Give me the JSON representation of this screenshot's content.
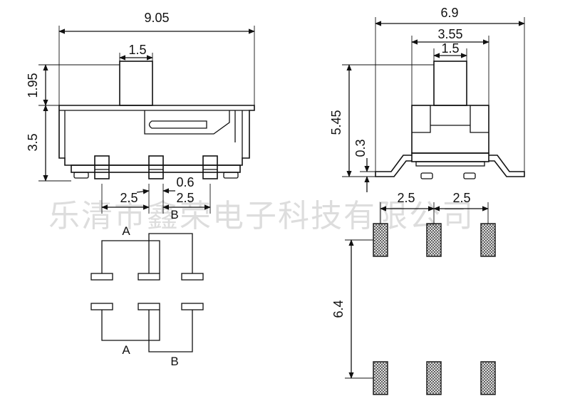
{
  "watermark": "乐清市鑫荣电子科技有限公司",
  "side_view": {
    "overall_width": "9.05",
    "actuator_width": "1.5",
    "actuator_height": "1.95",
    "body_height": "3.5",
    "pin_pitch_left": "2.5",
    "pin_gap": "0.6",
    "pin_pitch_right": "2.5"
  },
  "end_view": {
    "overall_width": "6.9",
    "housing_width": "3.55",
    "actuator_width": "1.5",
    "total_height": "5.45",
    "standoff": "0.3"
  },
  "footprint": {
    "pitch_left": "2.5",
    "pitch_right": "2.5",
    "row_spacing": "6.4"
  },
  "schematic": {
    "label_a_top": "A",
    "label_b_top": "B",
    "label_a_bottom": "A",
    "label_b_bottom": "B"
  }
}
